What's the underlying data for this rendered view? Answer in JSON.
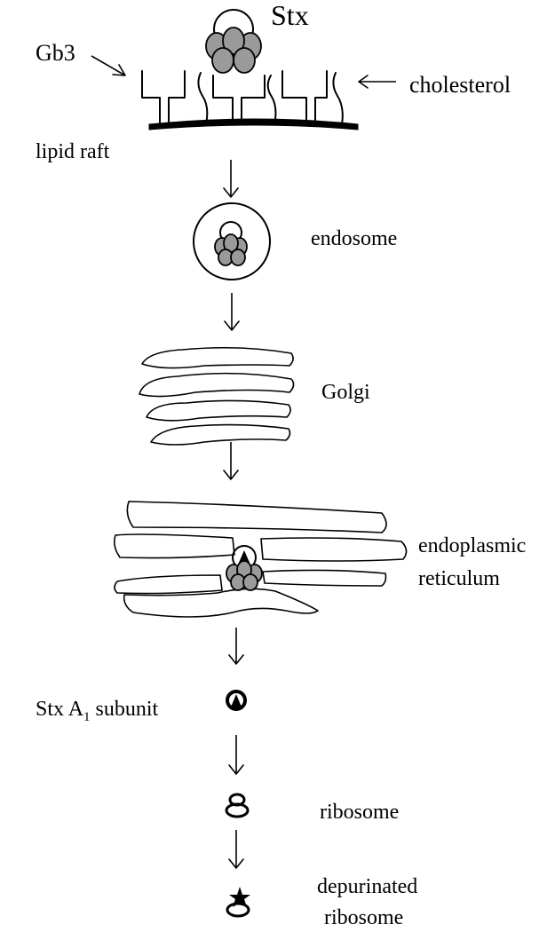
{
  "labels": {
    "stx": "Stx",
    "gb3": "Gb3",
    "cholesterol": "cholesterol",
    "lipid_raft": "lipid raft",
    "endosome": "endosome",
    "golgi": "Golgi",
    "er_line1": "endoplasmic",
    "er_line2": "reticulum",
    "a1_prefix": "Stx A",
    "a1_sub": "1",
    "a1_suffix": " subunit",
    "ribosome": "ribosome",
    "depurinated_line1": "depurinated",
    "depurinated_line2": "ribosome"
  },
  "colors": {
    "line": "#000000",
    "b_subunit_fill": "#9a9a9a",
    "background": "#ffffff"
  }
}
